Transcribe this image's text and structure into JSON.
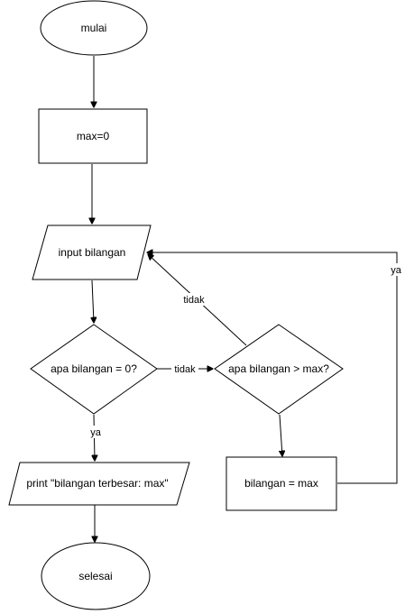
{
  "diagram": {
    "nodes": {
      "start": "mulai",
      "init": "max=0",
      "input": "input bilangan",
      "check_zero": "apa bilangan = 0?",
      "check_max": "apa bilangan > max?",
      "assign": "bilangan = max",
      "print": "print \"bilangan terbesar: max\"",
      "end": "selesai"
    },
    "edge_labels": {
      "zero_no": "tidak",
      "zero_yes": "ya",
      "max_no": "tidak",
      "assign_back": "ya"
    }
  },
  "colors": {
    "stroke": "#000000",
    "fill": "#ffffff",
    "text": "#000000"
  }
}
